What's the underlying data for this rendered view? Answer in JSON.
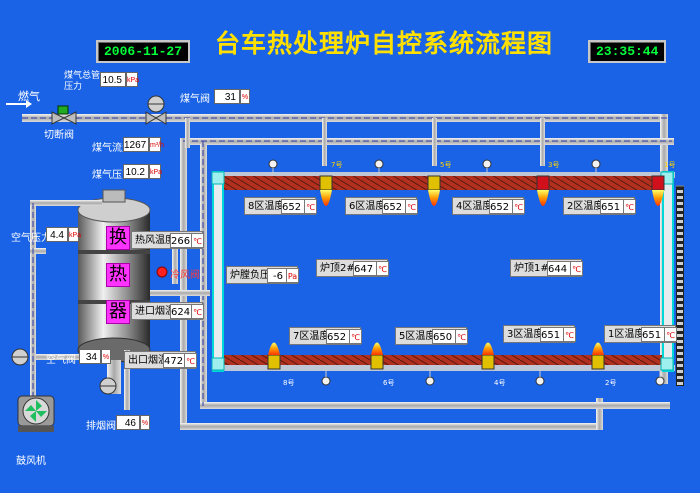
{
  "title": "台车热处理炉自控系统流程图",
  "date": "2006-11-27",
  "time": "23:35:44",
  "gas_main": {
    "label": "燃气",
    "valve_label": "切断阀"
  },
  "gas_pipe_pressure": {
    "label_line1": "煤气总管",
    "label_line2": "压力",
    "value": "10.5",
    "unit": "kPa"
  },
  "gas_valve": {
    "label": "煤气阀",
    "value": "31",
    "unit": "%"
  },
  "gas_flow": {
    "label": "煤气流量",
    "value": "1267",
    "unit": "m³/h"
  },
  "gas_pressure": {
    "label": "煤气压力",
    "value": "10.2",
    "unit": "kPa"
  },
  "air_pressure": {
    "label": "空气压力",
    "value": "4.4",
    "unit": "kPa"
  },
  "air_valve": {
    "label": "空气阀",
    "value": "34",
    "unit": "%"
  },
  "heat_exchanger": {
    "chars": [
      "换",
      "热",
      "器"
    ]
  },
  "hot_air_temp": {
    "label": "热风温度",
    "value": "266",
    "unit": "℃"
  },
  "cold_air_valve": {
    "label": "冷风阀"
  },
  "inlet_flue": {
    "label": "进口烟温",
    "value": "624",
    "unit": "℃"
  },
  "outlet_flue": {
    "label": "出口烟温",
    "value": "472",
    "unit": "℃"
  },
  "flue_valve": {
    "label": "排烟阀",
    "value": "46",
    "unit": "%"
  },
  "blower": {
    "label": "鼓风机"
  },
  "furnace_pressure": {
    "label": "炉膛负压",
    "value": "-6",
    "unit": "Pa"
  },
  "roof2": {
    "label": "炉顶2#",
    "value": "647",
    "unit": "℃"
  },
  "roof1": {
    "label": "炉顶1#",
    "value": "644",
    "unit": "℃"
  },
  "zones_top": [
    {
      "label": "8区温度",
      "value": "652",
      "unit": "℃"
    },
    {
      "label": "6区温度",
      "value": "652",
      "unit": "℃"
    },
    {
      "label": "4区温度",
      "value": "652",
      "unit": "℃"
    },
    {
      "label": "2区温度",
      "value": "651",
      "unit": "℃"
    }
  ],
  "zones_bottom": [
    {
      "label": "7区温度",
      "value": "652",
      "unit": "℃"
    },
    {
      "label": "5区温度",
      "value": "650",
      "unit": "℃"
    },
    {
      "label": "3区温度",
      "value": "651",
      "unit": "℃"
    },
    {
      "label": "1区温度",
      "value": "651",
      "unit": "℃"
    }
  ],
  "burners_top": [
    "7号",
    "5号",
    "3号",
    "1号"
  ],
  "burners_bottom": [
    "8号",
    "6号",
    "4号",
    "2号"
  ],
  "colors": {
    "background": "#1a63e6",
    "title": "#ffe000",
    "clock_text": "#00ff3a",
    "exchanger": "#ff33ff",
    "unit_text": "#dd0000"
  }
}
